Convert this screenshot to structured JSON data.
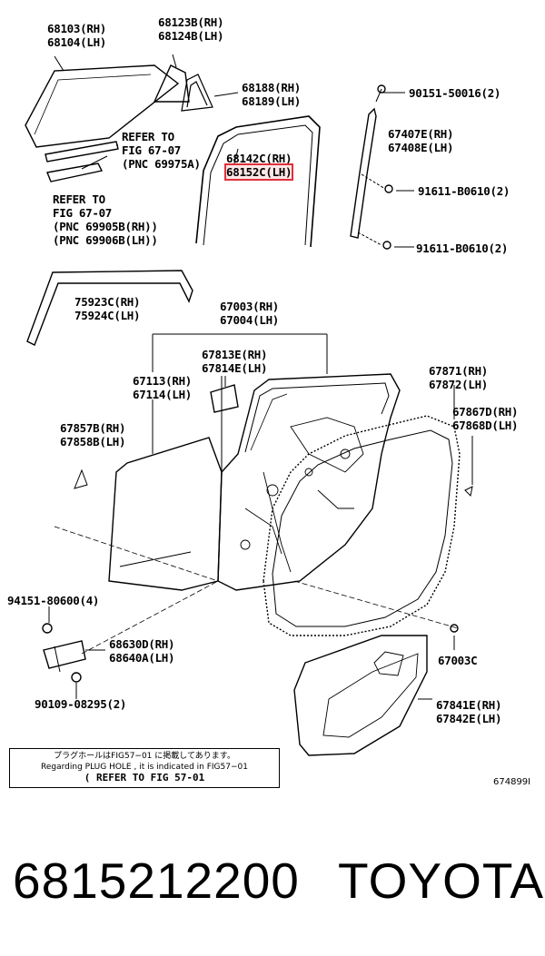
{
  "labels": {
    "l_68103": "68103(RH)\n68104(LH)",
    "l_68123b": "68123B(RH)\n68124B(LH)",
    "l_68188": "68188(RH)\n68189(LH)",
    "l_90151": "90151-50016(2)",
    "l_refer1": "REFER TO\nFIG 67-07\n(PNC 69975A)",
    "l_68142c": "68142C(RH)",
    "l_68152c": "68152C(LH)",
    "l_67407e": "67407E(RH)\n67408E(LH)",
    "l_91611a": "91611-B0610(2)",
    "l_refer2": "REFER TO\nFIG 67-07\n(PNC 69905B(RH))\n(PNC 69906B(LH))",
    "l_91611b": "91611-B0610(2)",
    "l_75923c": "75923C(RH)\n75924C(LH)",
    "l_67003": "67003(RH)\n67004(LH)",
    "l_67813e": "67813E(RH)\n67814E(LH)",
    "l_67113": "67113(RH)\n67114(LH)",
    "l_67871": "67871(RH)\n67872(LH)",
    "l_67857b": "67857B(RH)\n67858B(LH)",
    "l_67867d": "67867D(RH)\n67868D(LH)",
    "l_94151": "94151-80600(4)",
    "l_68630d": "68630D(RH)\n68640A(LH)",
    "l_67003c": "67003C",
    "l_90109": "90109-08295(2)",
    "l_67841e": "67841E(RH)\n67842E(LH)"
  },
  "note": {
    "line1": "プラグホールはFIG57−01 に掲載してあります。",
    "line2": "Regarding PLUG HOLE , it is indicated in FIG57−01",
    "line3": "( REFER TO FIG 57-01"
  },
  "figure_id": "674899I",
  "footer": {
    "part_number": "6815212200",
    "brand": "TOYOTA"
  },
  "highlight_color": "#e0303a"
}
